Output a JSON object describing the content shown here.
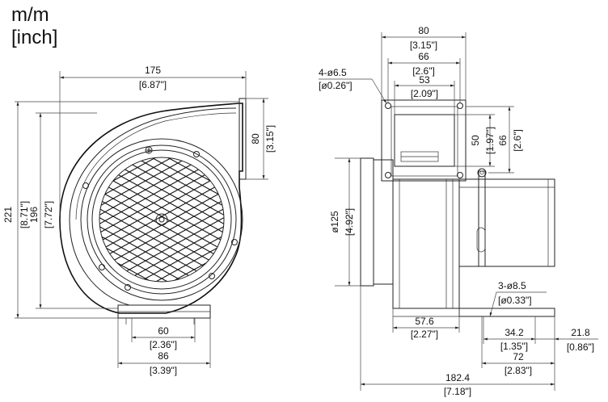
{
  "units": {
    "primary": "m/m",
    "secondary": "[inch]"
  },
  "front_view": {
    "width_mm": "175",
    "width_in": "[6.87\"]",
    "outlet_mm": "80",
    "outlet_in": "[3.15\"]",
    "height_mm": "221",
    "height_in": "[8.71\"]",
    "inner_height_mm": "196",
    "inner_height_in": "[7.72\"]",
    "base_inner_mm": "60",
    "base_inner_in": "[2.36\"]",
    "base_outer_mm": "86",
    "base_outer_in": "[3.39\"]"
  },
  "side_view": {
    "flange_width_mm": "80",
    "flange_width_in": "[3.15\"]",
    "flange_mid_mm": "66",
    "flange_mid_in": "[2.6\"]",
    "flange_inner_mm": "53",
    "flange_inner_in": "[2.09\"]",
    "holes_label": "4-ø6.5",
    "holes_in": "[ø0.26\"]",
    "outlet_h_mm": "50",
    "outlet_h_in": "[1.97\"]",
    "flange_h_mm": "66",
    "flange_h_in": "[2.6\"]",
    "inlet_dia_mm": "ø125",
    "inlet_dia_in": "[4.92\"]",
    "body_depth_mm": "57.6",
    "body_depth_in": "[2.27\"]",
    "mount_holes_label": "3-ø8.5",
    "mount_holes_in": "[ø0.33\"]",
    "mount_a_mm": "34.2",
    "mount_a_in": "[1.35\"]",
    "mount_b_mm": "21.8",
    "mount_b_in": "[0.86\"]",
    "motor_mm": "72",
    "motor_in": "[2.83\"]",
    "total_mm": "182.4",
    "total_in": "[7.18\"]"
  }
}
